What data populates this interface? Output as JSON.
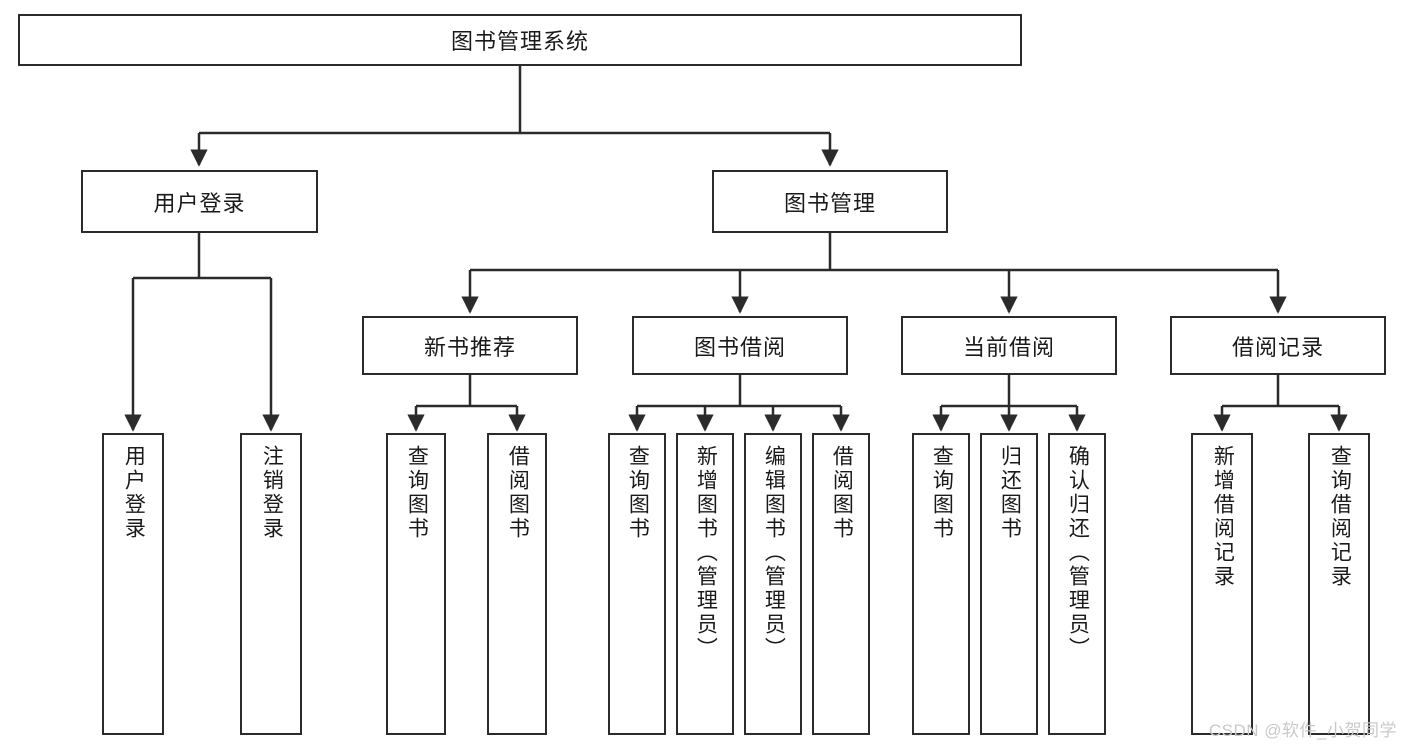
{
  "diagram": {
    "title": "图书管理系统",
    "type": "hierarchy-tree",
    "orientation": "top-down",
    "colors": {
      "box_border": "#2b2b2b",
      "box_fill": "#ffffff",
      "connector": "#2b2b2b",
      "text": "#1a1a1a",
      "watermark": "#c9c9c9",
      "background": "#ffffff"
    },
    "levels": {
      "root": {
        "label": "图书管理系统"
      },
      "level2": [
        {
          "label": "用户登录"
        },
        {
          "label": "图书管理"
        }
      ],
      "level3": [
        {
          "label": "新书推荐"
        },
        {
          "label": "图书借阅"
        },
        {
          "label": "当前借阅"
        },
        {
          "label": "借阅记录"
        }
      ],
      "leaves": {
        "user_login": [
          {
            "label": "用户登录"
          },
          {
            "label": "注销登录"
          }
        ],
        "new_book_recommend": [
          {
            "label": "查询图书"
          },
          {
            "label": "借阅图书"
          }
        ],
        "book_borrow": [
          {
            "label": "查询图书"
          },
          {
            "label": "新增图书（管理员）"
          },
          {
            "label": "编辑图书（管理员）"
          },
          {
            "label": "借阅图书"
          }
        ],
        "current_borrow": [
          {
            "label": "查询图书"
          },
          {
            "label": "归还图书"
          },
          {
            "label": "确认归还（管理员）"
          }
        ],
        "borrow_record": [
          {
            "label": "新增借阅记录"
          },
          {
            "label": "查询借阅记录"
          }
        ]
      }
    },
    "watermark": "CSDN @软件_小贺同学"
  }
}
